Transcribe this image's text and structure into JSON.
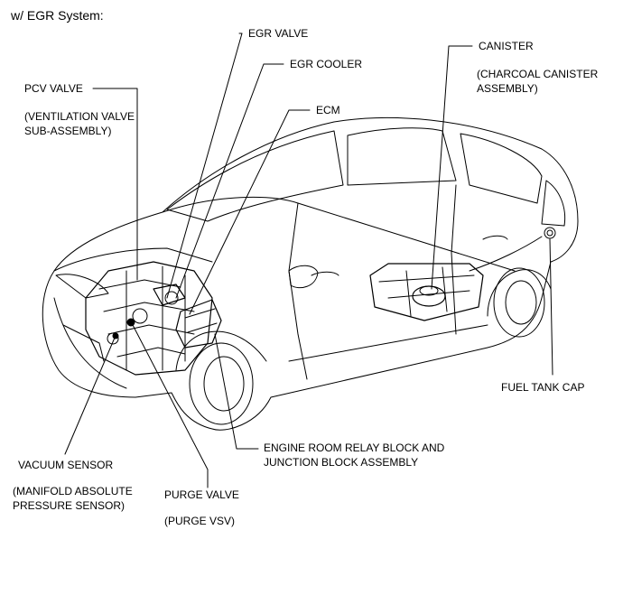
{
  "title": "w/ EGR System:",
  "labels": {
    "egr_valve": "EGR VALVE",
    "egr_cooler": "EGR COOLER",
    "ecm": "ECM",
    "pcv_valve": "PCV VALVE",
    "pcv_valve_sub": [
      "(VENTILATION VALVE",
      "SUB-ASSEMBLY)"
    ],
    "canister": "CANISTER",
    "canister_sub": [
      "(CHARCOAL CANISTER",
      "ASSEMBLY)"
    ],
    "fuel_tank_cap": "FUEL TANK CAP",
    "relay_block": [
      "ENGINE ROOM RELAY BLOCK AND",
      "JUNCTION BLOCK ASSEMBLY"
    ],
    "vacuum_sensor": "VACUUM SENSOR",
    "vacuum_sensor_sub": [
      "(MANIFOLD ABSOLUTE",
      "PRESSURE SENSOR)"
    ],
    "purge_valve": "PURGE VALVE",
    "purge_valve_sub": "(PURGE VSV)"
  },
  "colors": {
    "line": "#000000",
    "background": "#ffffff"
  }
}
